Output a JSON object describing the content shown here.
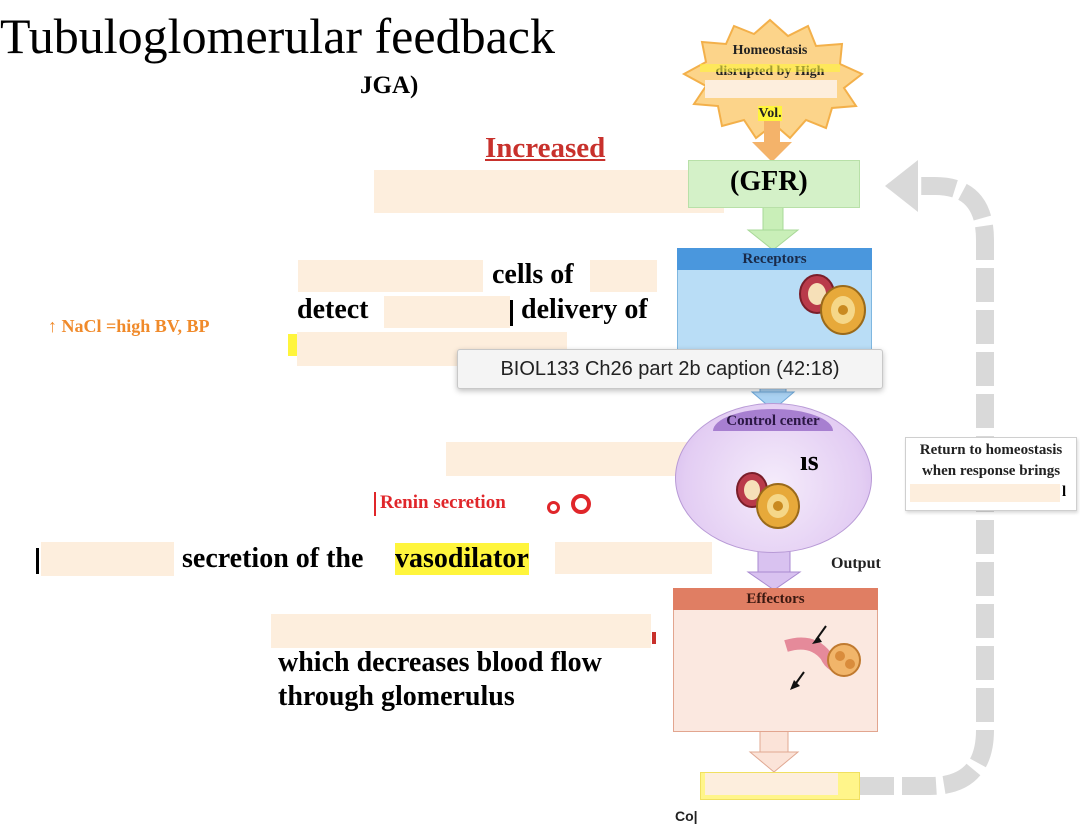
{
  "slide": {
    "title": "Tubuloglomerular feedback",
    "subtitle_fragment": "JGA)",
    "increased_label": "Increased",
    "cells_of_text": "cells of",
    "detect_text": "detect",
    "delivery_of_text": "delivery of",
    "nacl_note": "↑ NaCl =high BV, BP",
    "renin_text": "Renin secretion",
    "secretion_text": "secretion of the",
    "vasodilator_text": "vasodilator",
    "decreases_line1": "which decreases blood flow",
    "decreases_line2": "through glomerulus"
  },
  "diagram": {
    "stimulus_line1": "Homeostasis",
    "stimulus_line2": "disrupted by High",
    "stimulus_line4": "Vol.",
    "gfr_label": "(GFR)",
    "receptors_label": "Receptors",
    "control_center_label": "Control center",
    "control_center_fragment": "ıs",
    "output_label": "Output",
    "effectors_label": "Effectors",
    "return_line1": "Return to homeostasis",
    "return_line2": "when response brings",
    "return_fragment": "l",
    "corner_label": "Co|"
  },
  "tooltip": {
    "text": "BIOL133 Ch26 part 2b caption (42:18)"
  },
  "colors": {
    "accent_red": "#c8312c",
    "highlight_yellow": "#fff53c",
    "nacl_orange": "#f08a2a",
    "receptors_blue": "#4a97dd",
    "control_purple": "#a77fd0",
    "effectors_salmon": "#e07e63",
    "gfr_green": "#d4f1c8",
    "loop_gray": "#d9d9d9"
  }
}
